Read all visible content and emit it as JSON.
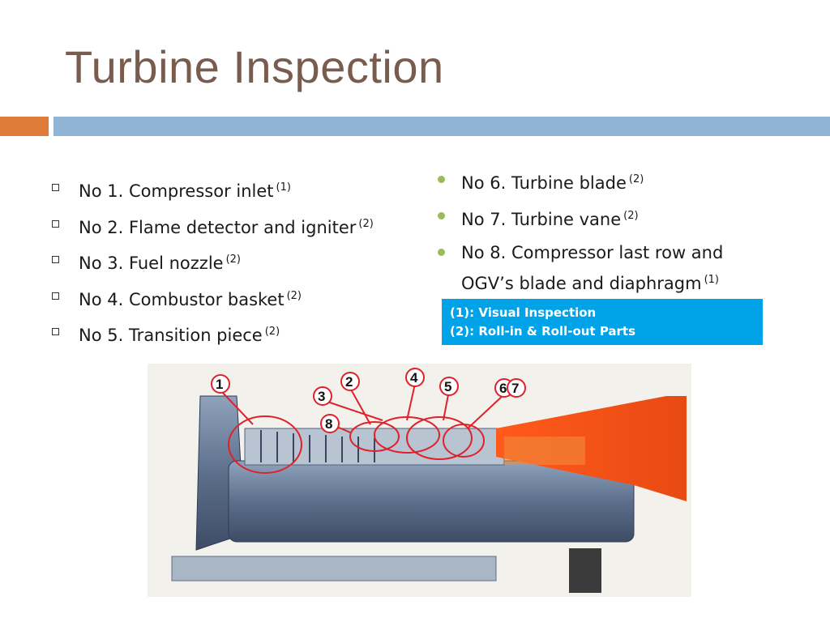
{
  "slide": {
    "title": "Turbine Inspection"
  },
  "left_list": [
    {
      "text": "No 1. Compressor inlet",
      "note": "(1)"
    },
    {
      "text": "No 2. Flame detector and igniter",
      "note": "(2)"
    },
    {
      "text": "No 3. Fuel nozzle",
      "note": "(2)"
    },
    {
      "text": "No 4. Combustor basket",
      "note": "(2)"
    },
    {
      "text": "No 5. Transition piece",
      "note": "(2)"
    }
  ],
  "right_list": [
    {
      "text": "No 6. Turbine blade",
      "note": "(2)"
    },
    {
      "text": "No 7. Turbine vane",
      "note": "(2)"
    },
    {
      "text_line1": "No 8. Compressor last row and",
      "text_line2": "OGV’s blade and diaphragm",
      "note": "(1)"
    }
  ],
  "legend": {
    "line1": "(1): Visual Inspection",
    "line2": "(2): Roll-in & Roll-out Parts"
  },
  "figure": {
    "callouts": [
      "1",
      "2",
      "3",
      "4",
      "5",
      "6",
      "7",
      "8"
    ]
  },
  "colors": {
    "title": "#7a5c4f",
    "accent_orange": "#e07c3a",
    "accent_blue": "#8fb4d6",
    "bullet_green": "#9bbb59",
    "legend_bg": "#00a2e8"
  }
}
